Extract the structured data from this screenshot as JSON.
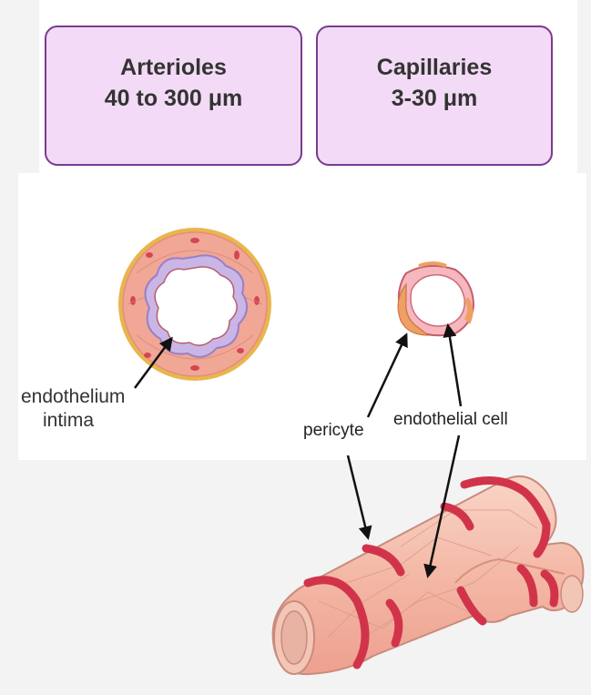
{
  "boxes": {
    "arterioles": {
      "title": "Arterioles",
      "size": "40 to 300 μm"
    },
    "capillaries": {
      "title": "Capillaries",
      "size": "3-30 μm"
    }
  },
  "labels": {
    "endothelium": "endothelium",
    "intima": "intima",
    "pericyte": "pericyte",
    "endothelial_cell": "endothelial cell"
  },
  "colors": {
    "box_fill": "#f3daf6",
    "box_border": "#7a3b8f",
    "vessel_red": "#d1344a",
    "vessel_wall": "#f1a99a",
    "outer_ring": "#e8b64e",
    "inner_lamina": "#c9b6e6"
  }
}
